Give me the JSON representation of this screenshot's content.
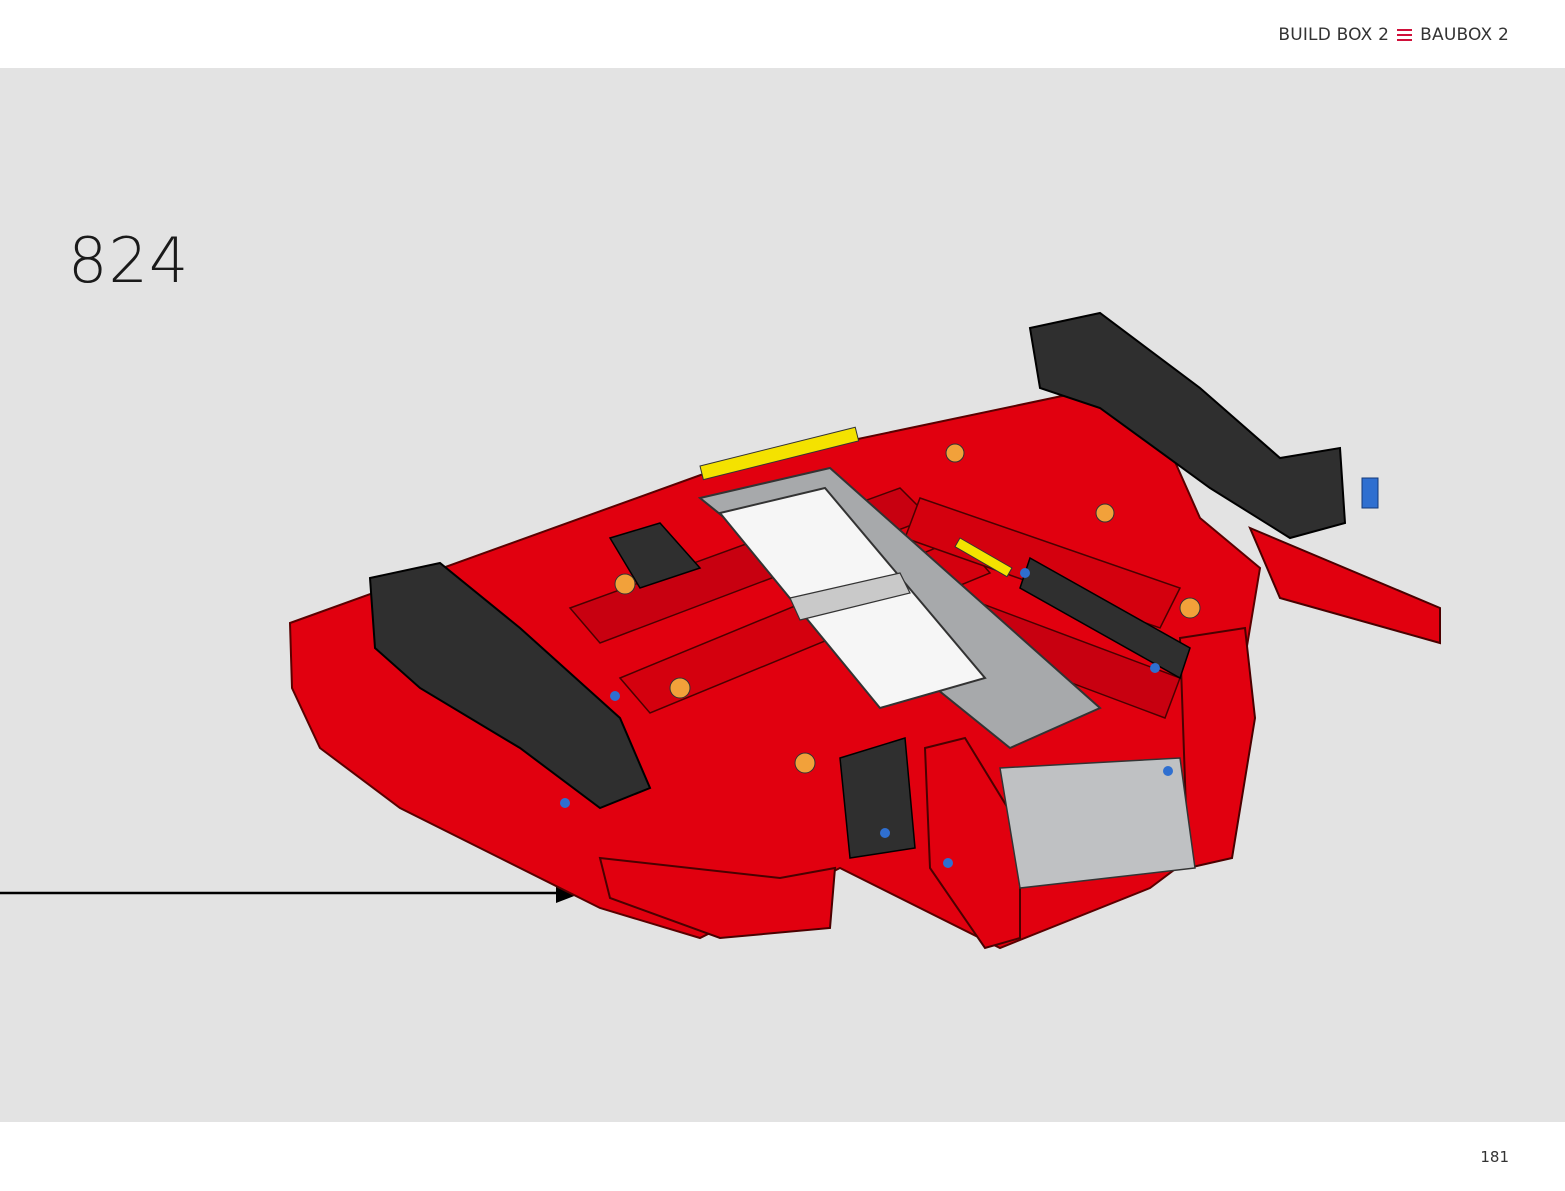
{
  "header": {
    "label_left": "BUILD BOX 2",
    "label_right": "BAUBOX 2",
    "separator_icon": "menu-icon"
  },
  "step": {
    "number": "824"
  },
  "footer": {
    "page_number": "181"
  },
  "illustration": {
    "subject": "LEGO Technic chassis assembly",
    "colors": {
      "red": "#e1000f",
      "dark_grey": "#2f2f2f",
      "light_grey": "#a7a9ab",
      "white": "#f6f6f6",
      "orange": "#f2a13a",
      "yellow": "#f4e200",
      "blue": "#2f6fd0"
    }
  },
  "colors": {
    "accent": "#d0103a",
    "stage_background": "#e3e3e3"
  }
}
